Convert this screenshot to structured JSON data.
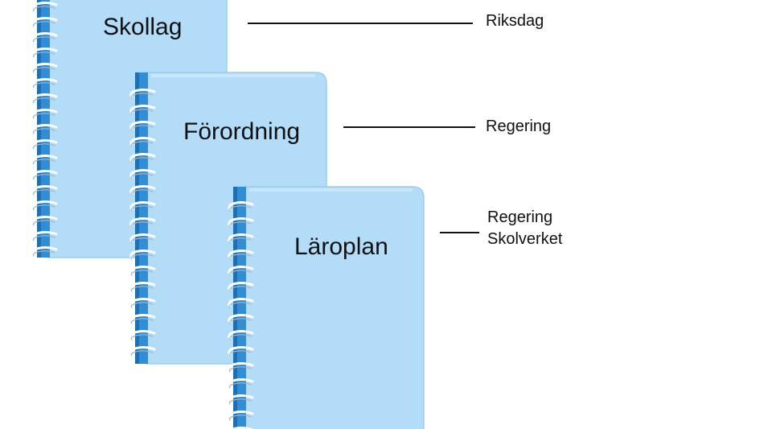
{
  "colors": {
    "cover": "#b3dcf8",
    "cover_edge": "#9dcdee",
    "spine": "#2f8ed6",
    "spine_dark": "#1e6fb3",
    "coil": "#ffffff",
    "line": "#111111"
  },
  "levels": [
    {
      "title": "Skollag",
      "authorities": [
        "Riksdag"
      ]
    },
    {
      "title": "Förordning",
      "authorities": [
        "Regering"
      ]
    },
    {
      "title": "Läroplan",
      "authorities": [
        "Regering",
        "Skolverket"
      ]
    }
  ]
}
